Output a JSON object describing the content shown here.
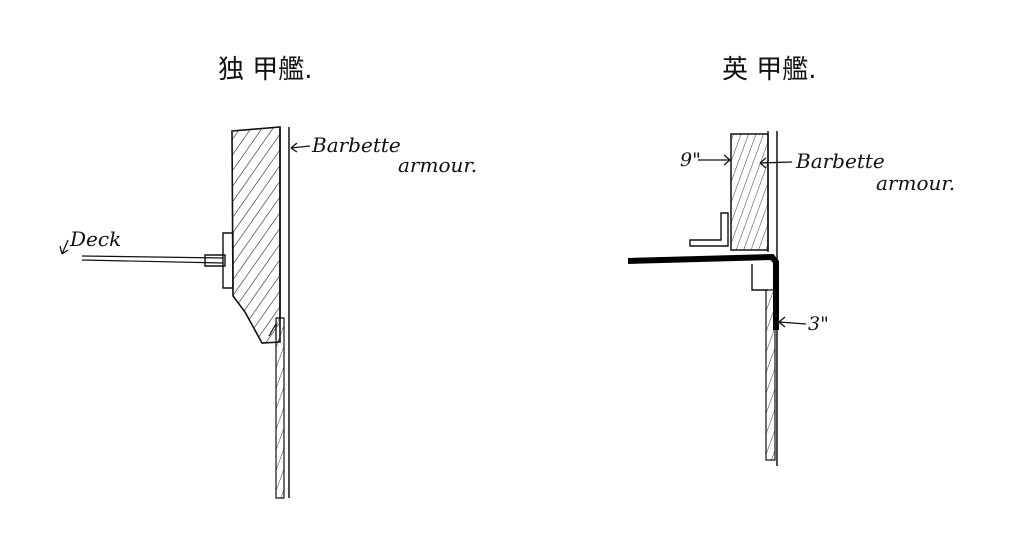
{
  "left_sketch": {
    "title": "独 甲艦.",
    "labels": {
      "barbette": "Barbette",
      "armour": "armour.",
      "deck": "Deck"
    }
  },
  "right_sketch": {
    "title": "英 甲艦.",
    "labels": {
      "barbette": "Barbette",
      "armour": "armour.",
      "thickness_upper": "9\"",
      "thickness_lower": "3\""
    }
  }
}
